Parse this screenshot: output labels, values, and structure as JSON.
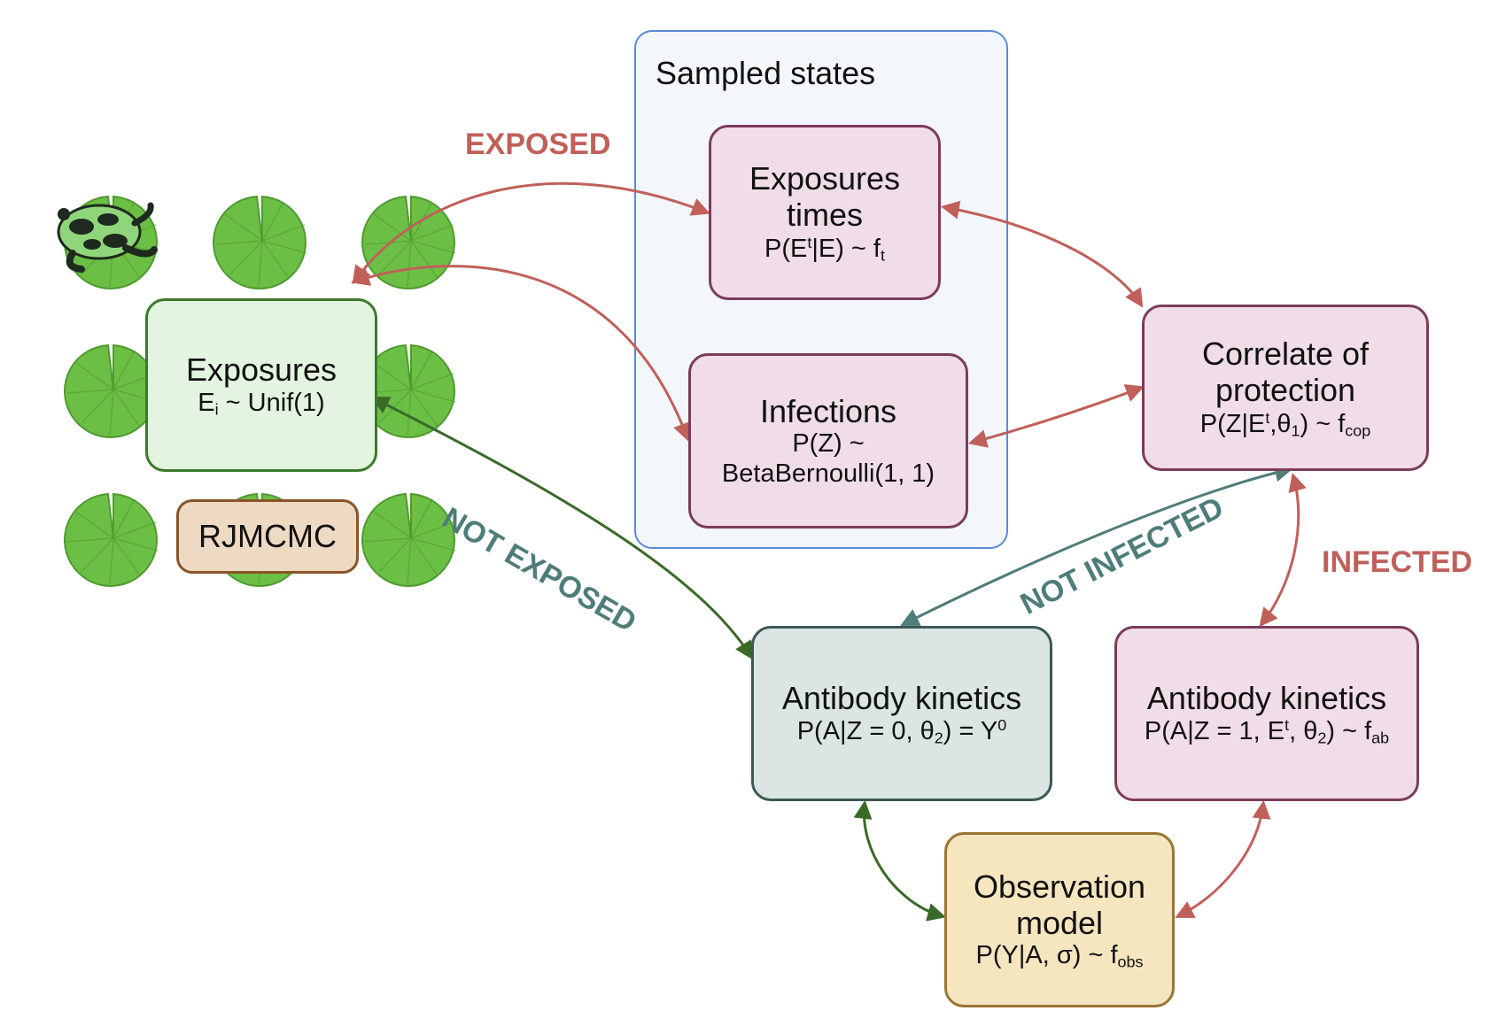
{
  "colors": {
    "exposed": "#c0605a",
    "not_exposed": "#4e7d7a",
    "not_infected": "#4e7d7a",
    "infected": "#c0605a",
    "arrow_red": "#c0605a",
    "arrow_green": "#3a6a28",
    "arrow_teal": "#4e7d7a",
    "group_border": "#5b8bd6"
  },
  "group": {
    "title": "Sampled states"
  },
  "nodes": {
    "exposures": {
      "title": "Exposures",
      "formula": "E",
      "formula_sub": "i",
      "formula_rest": " ~ Unif(1)"
    },
    "rjmcmc": {
      "title": "RJMCMC"
    },
    "exposure_times": {
      "title_line1": "Exposures",
      "title_line2": "times",
      "f1": "P(E",
      "f1_sup": "t",
      "f2": "|E) ~ f",
      "f2_sub": "t"
    },
    "infections": {
      "title": "Infections",
      "formula_line1": "P(Z) ~",
      "formula_line2": "BetaBernoulli(1, 1)"
    },
    "correlate": {
      "title_line1": "Correlate of",
      "title_line2": "protection",
      "f1": "P(Z|E",
      "f1_sup": "t",
      "f2": ",θ",
      "f2_sub": "1",
      "f3": ") ~ f",
      "f3_sub": "cop"
    },
    "ab_not_infected": {
      "title": "Antibody kinetics",
      "f1": "P(A|Z = 0, θ",
      "f1_sub": "2",
      "f2": ") = Y",
      "f2_sup": "0"
    },
    "ab_infected": {
      "title": "Antibody kinetics",
      "f1": "P(A|Z = 1, E",
      "f1_sup": "t",
      "f2": ", θ",
      "f2_sub": "2",
      "f3": ") ~ f",
      "f3_sub": "ab"
    },
    "observation": {
      "title_line1": "Observation",
      "title_line2": "model",
      "f1": "P(Y|A, σ) ~ f",
      "f1_sub": "obs"
    }
  },
  "edge_labels": {
    "exposed": "EXPOSED",
    "not_exposed": "NOT EXPOSED",
    "not_infected": "NOT INFECTED",
    "infected": "INFECTED"
  },
  "icons": [
    "frog-icon",
    "lily-pad-icon"
  ]
}
